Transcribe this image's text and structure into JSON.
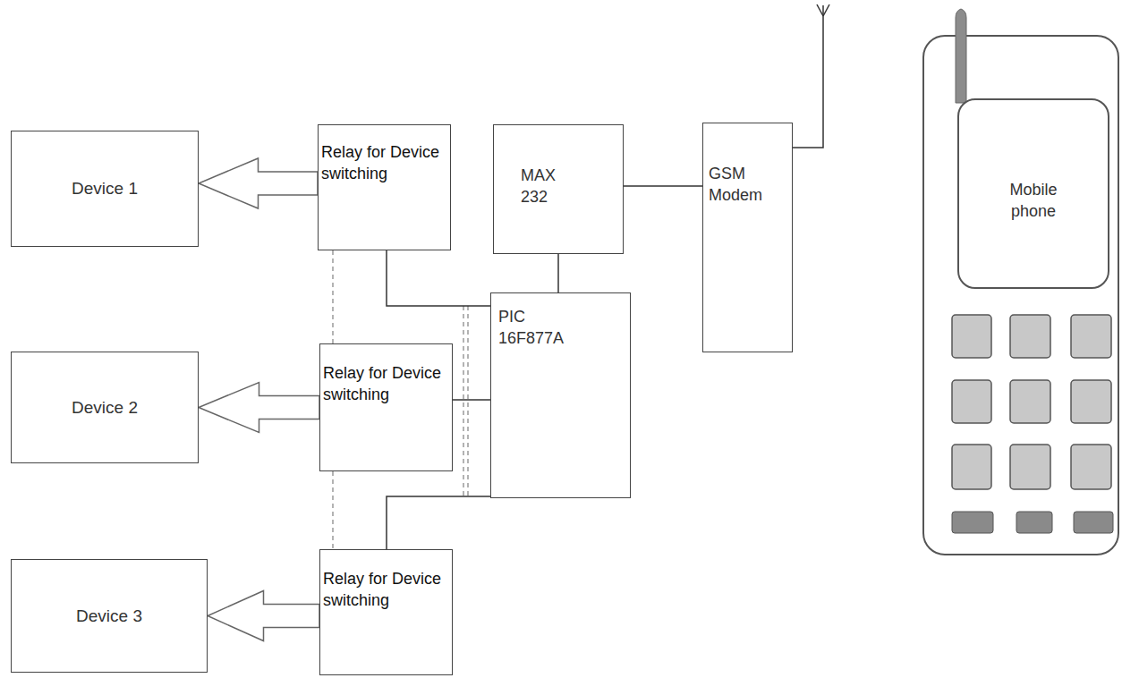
{
  "diagram": {
    "nodes": [
      {
        "text": [
          "Device 1"
        ]
      },
      {
        "text": [
          "Relay for Device switching"
        ]
      },
      {
        "text": [
          "MAX 232"
        ]
      },
      {
        "text": [
          "GSM Modem"
        ]
      },
      {
        "text": [
          "Mobile phone"
        ]
      },
      {
        "text": [
          "Device 2"
        ]
      },
      {
        "text": [
          "Relay for Device switching"
        ]
      },
      {
        "text": [
          "PIC 16F877A"
        ]
      },
      {
        "text": [
          "Device 3"
        ]
      },
      {
        "text": [
          "Relay for Device switching"
        ]
      }
    ],
    "edges": [
      {
        "from": 1,
        "to": 0,
        "arrow": "to"
      },
      {
        "from": 6,
        "to": 5,
        "arrow": "to"
      },
      {
        "from": 9,
        "to": 8,
        "arrow": "to"
      },
      {
        "from": 2,
        "to": 3,
        "arrow": "none"
      },
      {
        "from": 2,
        "to": 7,
        "arrow": "none"
      },
      {
        "from": 7,
        "to": 1,
        "arrow": "none"
      },
      {
        "from": 7,
        "to": 6,
        "arrow": "none"
      },
      {
        "from": 7,
        "to": 9,
        "arrow": "none"
      },
      {
        "from": 1,
        "to": 6,
        "arrow": "none"
      },
      {
        "from": 6,
        "to": 9,
        "arrow": "none"
      }
    ]
  }
}
